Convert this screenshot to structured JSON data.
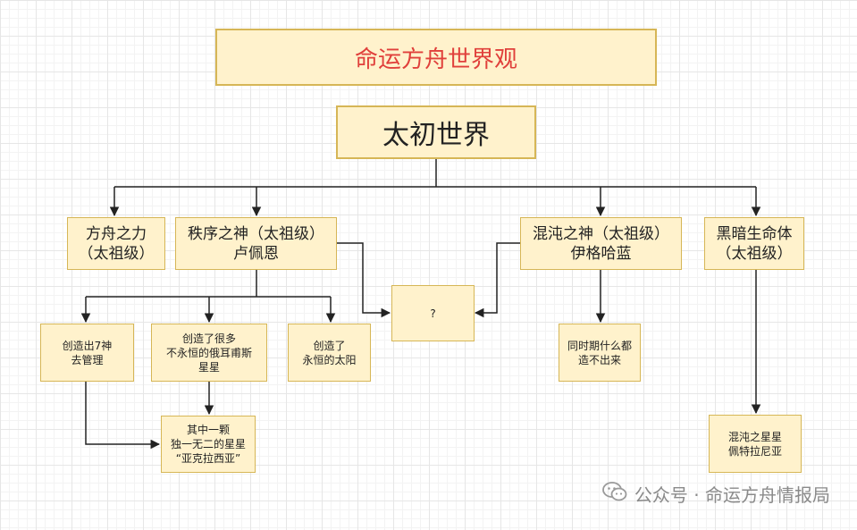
{
  "title": "命运方舟世界观",
  "nodes": {
    "root": "太初世界",
    "ark_power": "方舟之力\n（太祖级）",
    "order_god": "秩序之神（太祖级）\n卢佩恩",
    "chaos_god": "混沌之神（太祖级）\n伊格哈蓝",
    "dark_life": "黑暗生命体\n（太祖级）",
    "unknown": "?",
    "seven_gods": "创造出7神\n去管理",
    "stars": "创造了很多\n不永恒的俄耳甫斯\n星星",
    "sun": "创造了\n永恒的太阳",
    "arkesia": "其中一颗\n独一无二的星星\n“亚克拉西亚”",
    "nothing": "同时期什么都\n造不出来",
    "chaos_star": "混沌之星星\n佩特拉尼亚"
  },
  "watermark": "公众号 · 命运方舟情报局",
  "colors": {
    "node_fill": "#fff2cc",
    "node_border": "#d6b656",
    "title_text": "#e0403b",
    "line": "#222222"
  },
  "icons": {
    "watermark_icon": "wechat-icon"
  }
}
